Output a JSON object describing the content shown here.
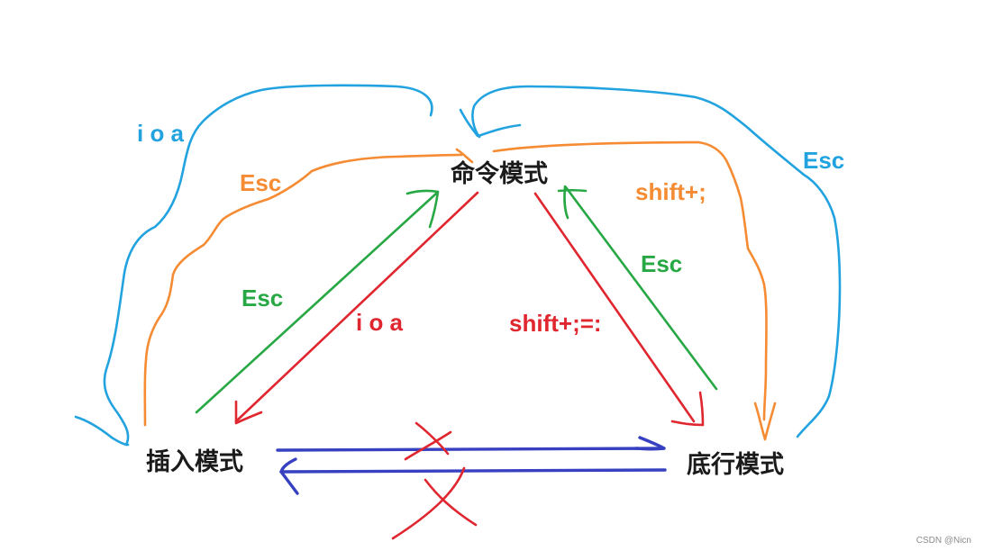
{
  "colors": {
    "blue": "#22a3e0",
    "orange": "#f58b33",
    "green": "#27a844",
    "red": "#e0262f",
    "purple": "#3640c0",
    "node_text": "#1a1a1a",
    "watermark": "#8c8c8c"
  },
  "nodes": {
    "command_mode": "命令模式",
    "insert_mode": "插入模式",
    "lastline_mode": "底行模式"
  },
  "edges": {
    "outer_left_blue": "i o a",
    "outer_right_blue": "Esc",
    "outer_left_orange": "Esc",
    "outer_right_orange": "shift+;",
    "inner_left_green": "Esc",
    "inner_left_red": "i o a",
    "inner_right_red": "shift+;=:",
    "inner_right_green": "Esc"
  },
  "watermark": "CSDN @Nicn"
}
